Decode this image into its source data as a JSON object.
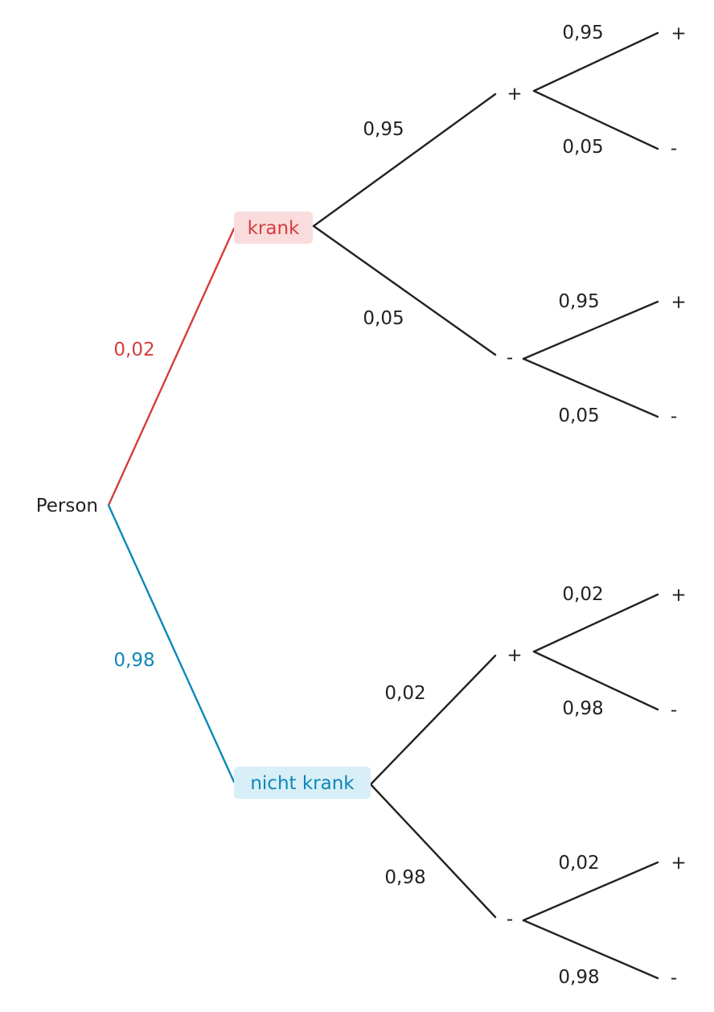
{
  "colors": {
    "ink": "#222222",
    "krank_accent": "#d63d3d",
    "krank_bg": "#fadcdc",
    "nicht_krank_accent": "#0e87b8",
    "nicht_krank_bg": "#d8eff7"
  },
  "tree": {
    "root": "Person",
    "krank": {
      "label": "krank",
      "prob": "0,02",
      "pos": {
        "label": "+",
        "prob": "0,95",
        "pos": {
          "label": "+",
          "prob": "0,95"
        },
        "neg": {
          "label": "-",
          "prob": "0,05"
        }
      },
      "neg": {
        "label": "-",
        "prob": "0,05",
        "pos": {
          "label": "+",
          "prob": "0,95"
        },
        "neg": {
          "label": "-",
          "prob": "0,05"
        }
      }
    },
    "nicht_krank": {
      "label": "nicht krank",
      "prob": "0,98",
      "pos": {
        "label": "+",
        "prob": "0,02",
        "pos": {
          "label": "+",
          "prob": "0,02"
        },
        "neg": {
          "label": "-",
          "prob": "0,98"
        }
      },
      "neg": {
        "label": "-",
        "prob": "0,98",
        "pos": {
          "label": "+",
          "prob": "0,02"
        },
        "neg": {
          "label": "-",
          "prob": "0,98"
        }
      }
    }
  }
}
